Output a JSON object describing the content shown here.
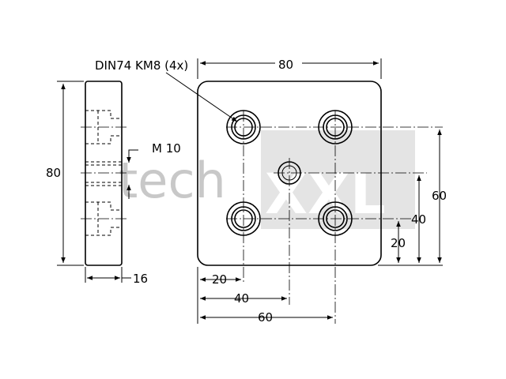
{
  "callout": "DIN74 KM8 (4x)",
  "thread": "M 10",
  "watermark": {
    "left": "tech",
    "right": "XXL"
  },
  "dims": {
    "width_top": "80",
    "side_height": "80",
    "side_thickness": "16",
    "right_60": "60",
    "right_40": "40",
    "right_20": "20",
    "bottom_20": "20",
    "bottom_40": "40",
    "bottom_60": "60"
  }
}
